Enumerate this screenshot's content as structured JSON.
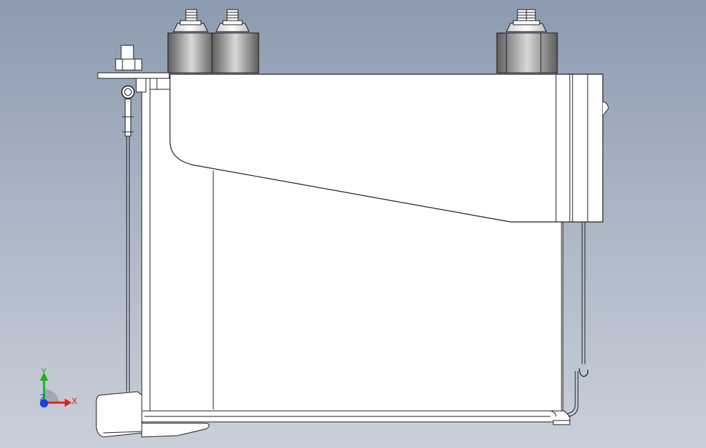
{
  "viewport": {
    "background_top": "#8d9bb0",
    "background_bottom": "#c9cfd8"
  },
  "model": {
    "body_fill": "#ffffff",
    "edge_color": "#1a1a1a",
    "terminal_fill": "#8a8a8a",
    "terminal_highlight": "#e0e0e0"
  },
  "triad": {
    "x_label": "X",
    "y_label": "Y",
    "z_label": "Z",
    "x_color": "#e0201a",
    "y_color": "#1db01d",
    "z_color": "#1a3fe0"
  }
}
